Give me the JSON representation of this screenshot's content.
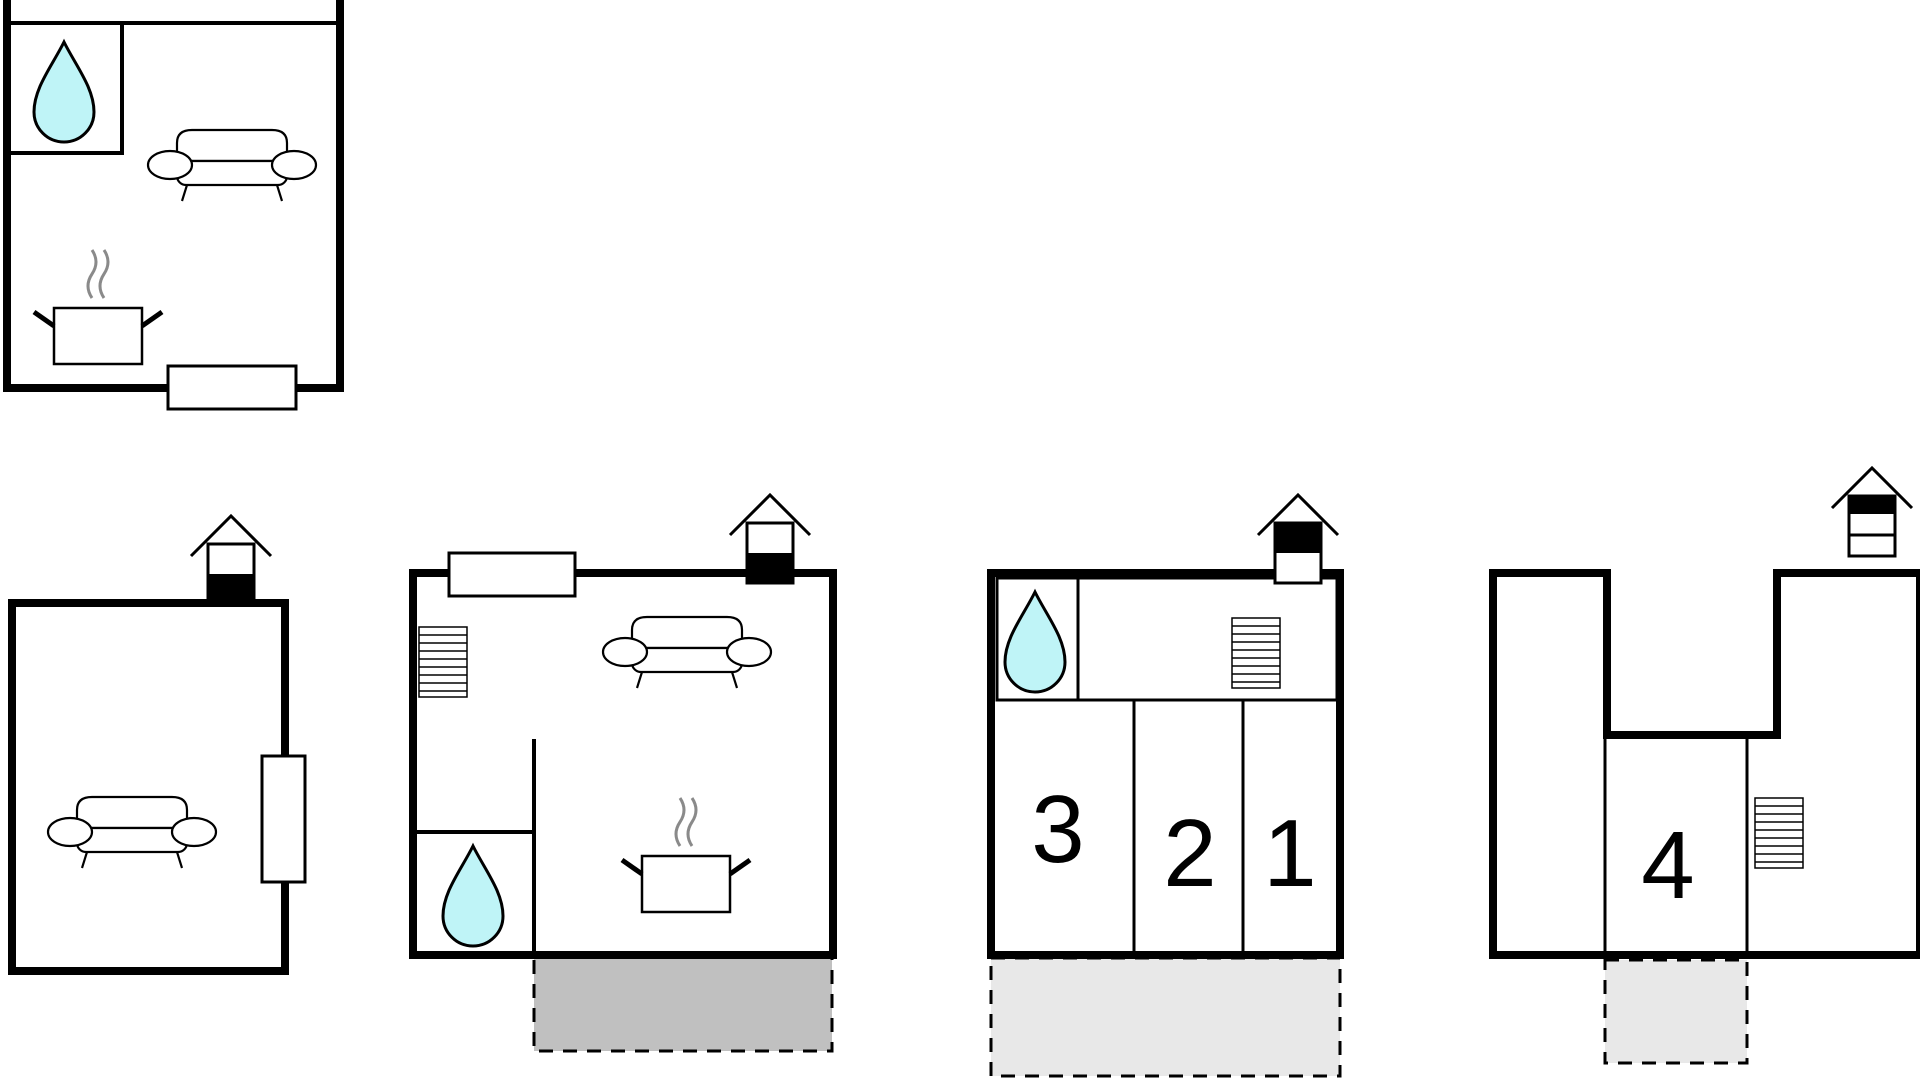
{
  "floorplan": {
    "colors": {
      "wall": "#000000",
      "water": "#bff4f7",
      "steam": "#8a8a8a",
      "terrace_dark": "#c0c0c0",
      "terrace_light": "#e8e8e8"
    },
    "icons": [
      "water-drop-icon",
      "sofa-icon",
      "cooking-pot-icon",
      "stairs-icon",
      "house-floor-icon",
      "window-icon"
    ],
    "plans": [
      {
        "id": "plan-top-left",
        "rooms": [
          "bathroom",
          "living",
          "kitchen"
        ]
      },
      {
        "id": "plan-1",
        "floor_marker": "ground",
        "rooms": [
          "living"
        ]
      },
      {
        "id": "plan-2",
        "floor_marker": "ground",
        "rooms": [
          "living",
          "kitchen",
          "bathroom"
        ],
        "terrace": "dark"
      },
      {
        "id": "plan-3",
        "floor_marker": "first",
        "rooms": [
          "bathroom",
          "stairs"
        ],
        "terrace": "light",
        "bedrooms": [
          "3",
          "2",
          "1"
        ]
      },
      {
        "id": "plan-4",
        "floor_marker": "second",
        "rooms": [
          "stairs"
        ],
        "terrace": "light",
        "bedrooms": [
          "4"
        ]
      }
    ]
  }
}
